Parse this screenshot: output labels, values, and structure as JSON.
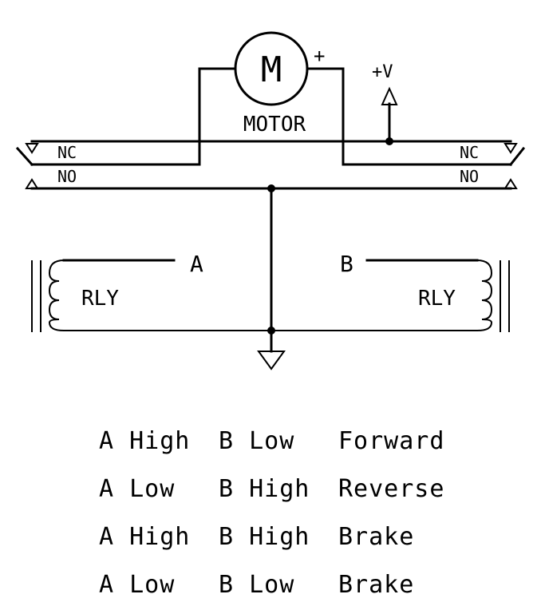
{
  "diagram": {
    "motor_symbol": "M",
    "motor_label": "MOTOR",
    "motor_polarity": "+",
    "supply_label": "+V",
    "relay_a": {
      "name": "A",
      "coil_label": "RLY",
      "nc_label": "NC",
      "no_label": "NO"
    },
    "relay_b": {
      "name": "B",
      "coil_label": "RLY",
      "nc_label": "NC",
      "no_label": "NO"
    }
  },
  "truth_table": [
    {
      "a": "A High",
      "b": "B Low",
      "result": "Forward"
    },
    {
      "a": "A Low",
      "b": "B High",
      "result": "Reverse"
    },
    {
      "a": "A High",
      "b": "B High",
      "result": "Brake"
    },
    {
      "a": "A Low",
      "b": "B Low",
      "result": "Brake"
    }
  ]
}
